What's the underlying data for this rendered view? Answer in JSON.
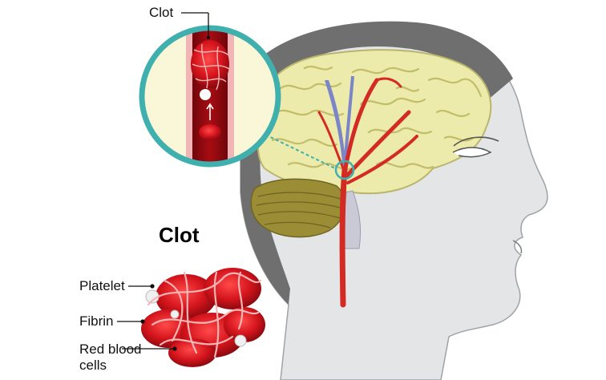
{
  "labels": {
    "clot_top": "Clot",
    "title": "Clot",
    "platelet": "Platelet",
    "fibrin": "Fibrin",
    "rbc_line1": "Red blood",
    "rbc_line2": "cells"
  },
  "colors": {
    "head_skin": "#e4e5e7",
    "hair": "#6f6f6f",
    "brain": "#ecebab",
    "cerebellum": "#9a8d35",
    "artery": "#d42a24",
    "vein": "#7a86c8",
    "lens_ring": "#3fb0ad",
    "blood": "#c4161c",
    "fibrin": "#f6b6b6"
  }
}
